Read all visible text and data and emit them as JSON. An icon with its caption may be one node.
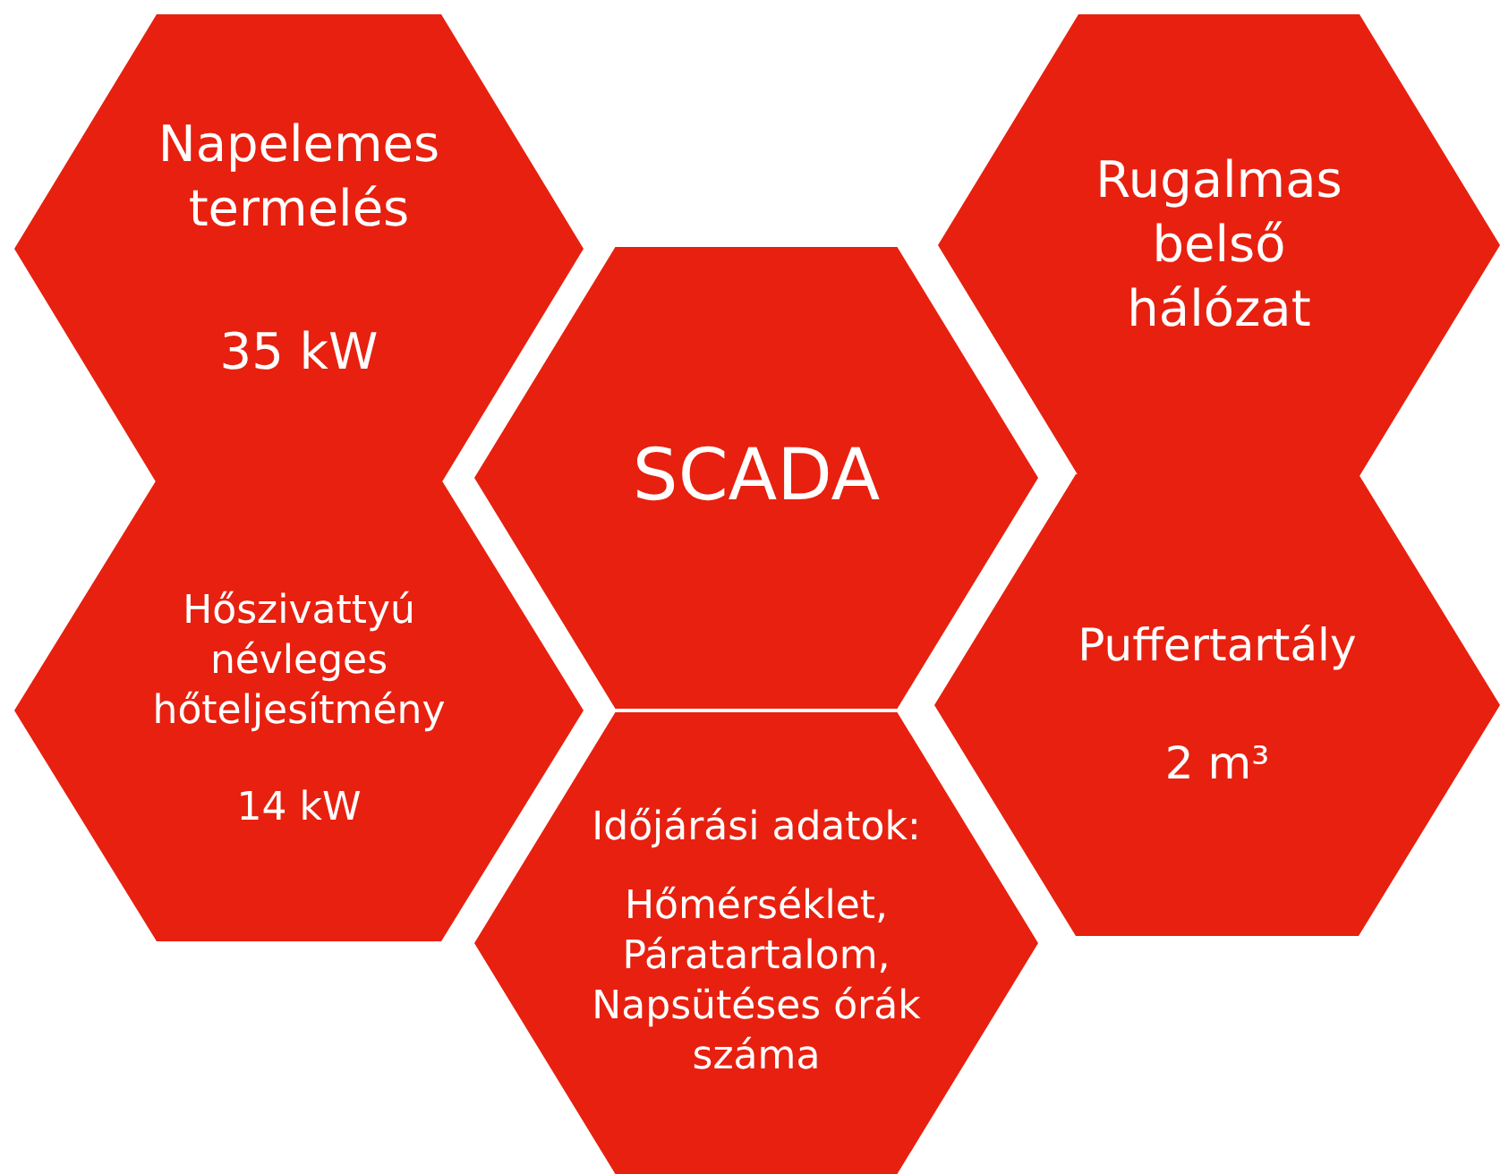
{
  "diagram": {
    "nodes": [
      {
        "text": [
          "Napelemes termelés",
          "35 kW"
        ]
      },
      {
        "text": [
          "Rugalmas belső hálózat"
        ]
      },
      {
        "text": [
          "SCADA"
        ]
      },
      {
        "text": [
          "Hőszivattyú névleges hőteljesítmény",
          "14 kW"
        ]
      },
      {
        "text": [
          "Puffertartály",
          "2 m³"
        ]
      },
      {
        "text": [
          "Időjárási adatok:",
          "Hőmérséklet, Páratartalom, Napsütéses órák száma"
        ]
      }
    ]
  }
}
